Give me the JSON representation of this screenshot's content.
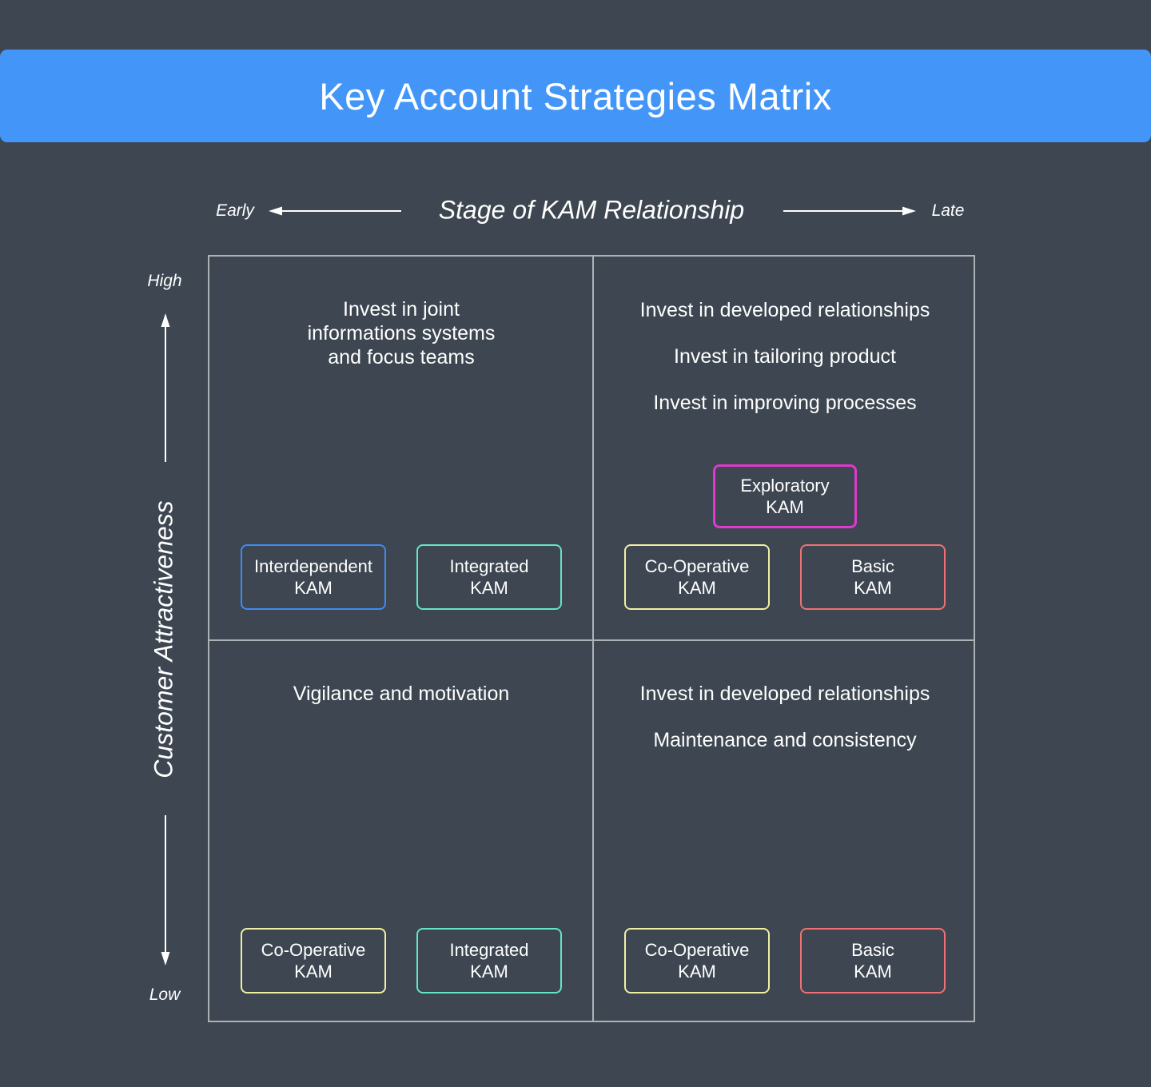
{
  "title": "Key Account Strategies Matrix",
  "axes": {
    "x": {
      "label": "Stage of KAM Relationship",
      "min_label": "Early",
      "max_label": "Late"
    },
    "y": {
      "label": "Customer Attractiveness",
      "max_label": "High",
      "min_label": "Low"
    }
  },
  "quadrants": {
    "top_left": {
      "lines": [
        "Invest in joint",
        "informations systems",
        "and focus teams"
      ],
      "boxes": [
        {
          "line1": "Interdependent",
          "line2": "KAM",
          "color": "#3e8cf3"
        },
        {
          "line1": "Integrated",
          "line2": "KAM",
          "color": "#63e6c4"
        }
      ]
    },
    "top_right": {
      "lines": [
        "Invest in developed relationships",
        "Invest in tailoring product",
        "Invest in improving processes"
      ],
      "boxes": [
        {
          "line1": "Exploratory",
          "line2": "KAM",
          "color": "#df39ce"
        },
        {
          "line1": "Co-Operative",
          "line2": "KAM",
          "color": "#f1f0a2"
        },
        {
          "line1": "Basic",
          "line2": "KAM",
          "color": "#f17172"
        }
      ]
    },
    "bottom_left": {
      "lines": [
        "Vigilance and motivation"
      ],
      "boxes": [
        {
          "line1": "Co-Operative",
          "line2": "KAM",
          "color": "#f1f0a2"
        },
        {
          "line1": "Integrated",
          "line2": "KAM",
          "color": "#63e6c4"
        }
      ]
    },
    "bottom_right": {
      "lines": [
        "Invest in developed relationships",
        "Maintenance and consistency"
      ],
      "boxes": [
        {
          "line1": "Co-Operative",
          "line2": "KAM",
          "color": "#f1f0a2"
        },
        {
          "line1": "Basic",
          "line2": "KAM",
          "color": "#f17172"
        }
      ]
    }
  },
  "colors": {
    "background": "#3d4651",
    "banner": "#4396f8",
    "grid_line": "#aeb1b6",
    "text": "#ffffff"
  }
}
